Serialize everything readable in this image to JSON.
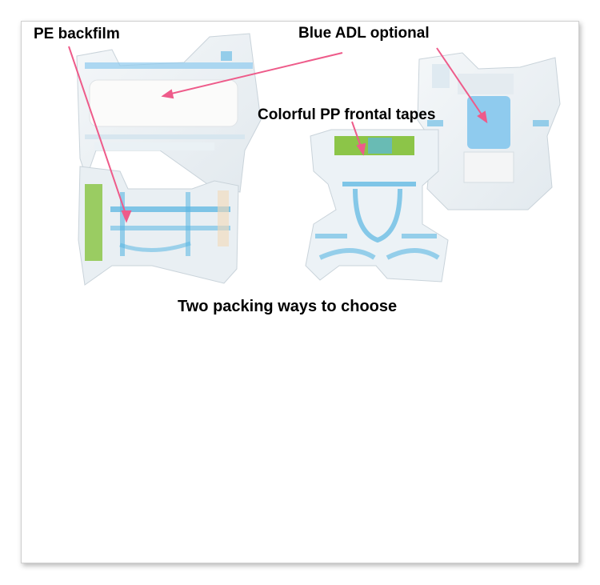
{
  "labels": {
    "pe_backfilm": "PE backfilm",
    "blue_adl": "Blue ADL optional",
    "pp_tapes": "Colorful PP frontal tapes",
    "packing": "Two packing ways to choose"
  },
  "colors": {
    "pointer": "#ee5b8a",
    "diaper_base": "#eef3f6",
    "stripe": "#5ab6e2",
    "adl": "#8fcbee",
    "tape_green": "#8cc548",
    "frame_border": "#cfcfcf"
  }
}
